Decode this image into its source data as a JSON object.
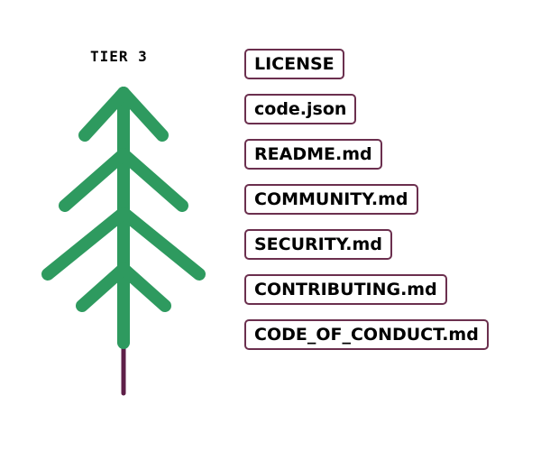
{
  "tier_label": "TIER 3",
  "files": [
    {
      "name": "LICENSE"
    },
    {
      "name": "code.json"
    },
    {
      "name": "README.md"
    },
    {
      "name": "COMMUNITY.md"
    },
    {
      "name": "SECURITY.md"
    },
    {
      "name": "CONTRIBUTING.md"
    },
    {
      "name": "CODE_OF_CONDUCT.md"
    }
  ],
  "colors": {
    "tree_green": "#2e9a5f",
    "trunk_purple": "#5e1f48",
    "box_border": "#6b2f4e",
    "text": "#000000"
  },
  "icons": {
    "tree": "evergreen-tree-icon"
  }
}
